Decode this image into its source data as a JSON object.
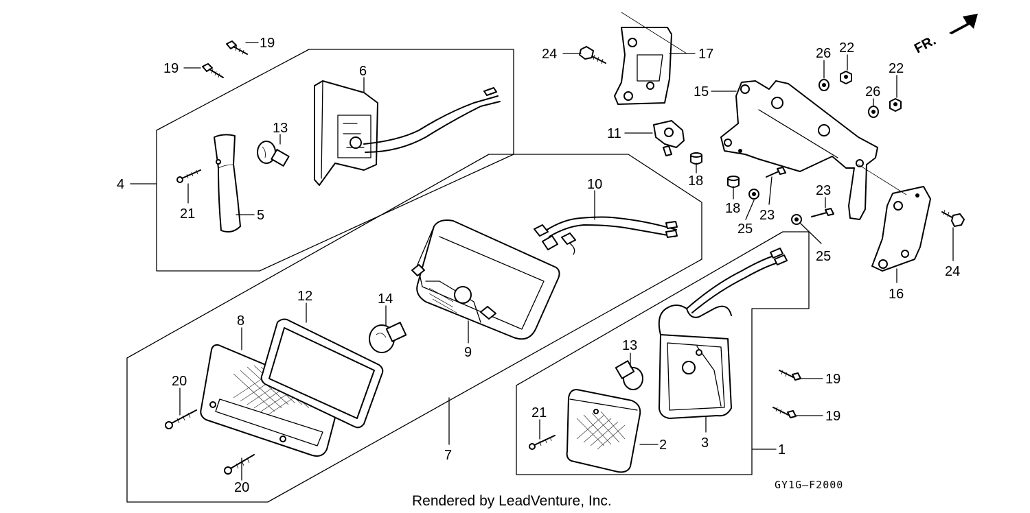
{
  "diagram": {
    "callouts": {
      "c1": "1",
      "c2": "2",
      "c3": "3",
      "c4": "4",
      "c5": "5",
      "c6": "6",
      "c7": "7",
      "c8": "8",
      "c9": "9",
      "c10": "10",
      "c11": "11",
      "c12": "12",
      "c13a": "13",
      "c13b": "13",
      "c14": "14",
      "c15": "15",
      "c16": "16",
      "c17": "17",
      "c18a": "18",
      "c18b": "18",
      "c19a": "19",
      "c19b": "19",
      "c19c": "19",
      "c19d": "19",
      "c20a": "20",
      "c20b": "20",
      "c21a": "21",
      "c21b": "21",
      "c22a": "22",
      "c22b": "22",
      "c23a": "23",
      "c23b": "23",
      "c24a": "24",
      "c24b": "24",
      "c25a": "25",
      "c25b": "25",
      "c26a": "26",
      "c26b": "26"
    },
    "direction_label": "FR.",
    "diagram_code": "GY1G–F2000",
    "credit": "Rendered by LeadVenture, Inc."
  }
}
